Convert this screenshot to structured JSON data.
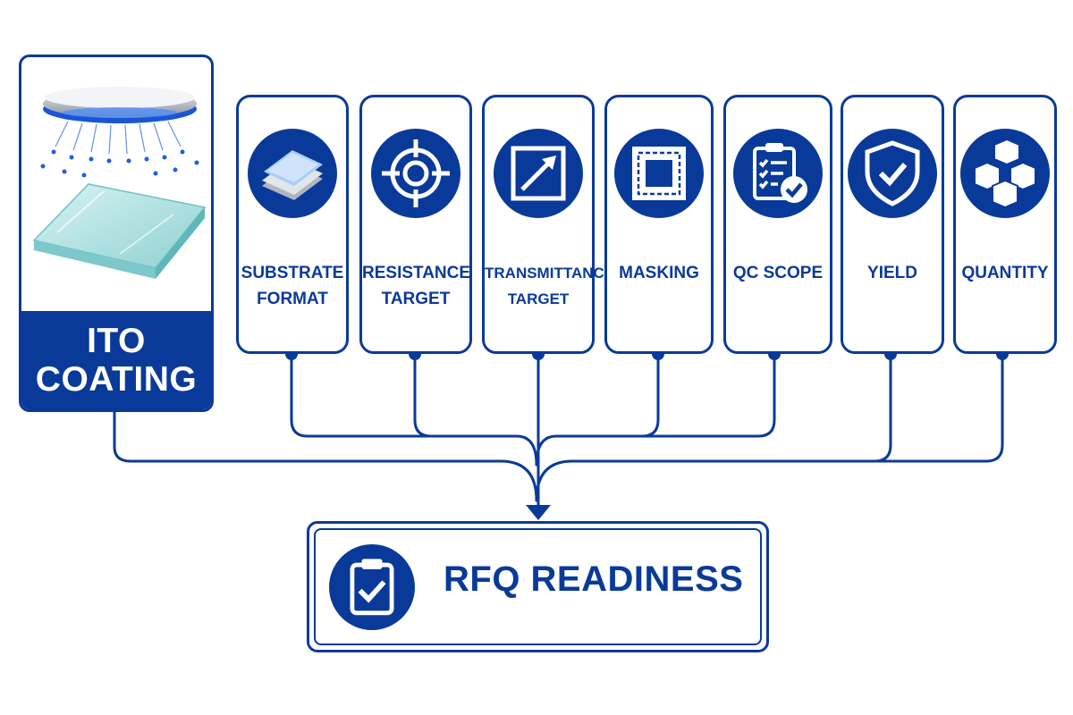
{
  "colors": {
    "primary": "#0a3a99",
    "background": "#ffffff"
  },
  "source": {
    "lines": [
      "ITO",
      "COATING"
    ],
    "icon": "sputter-coating-icon"
  },
  "parameters": [
    {
      "lines": [
        "SUBSTRATE",
        "FORMAT"
      ],
      "icon": "substrate-layers-icon"
    },
    {
      "lines": [
        "RESISTANCE",
        "TARGET"
      ],
      "icon": "crosshair-target-icon"
    },
    {
      "lines": [
        "TRANSMITTANCE",
        "TARGET"
      ],
      "icon": "transmittance-arrow-icon"
    },
    {
      "lines": [
        "MASKING"
      ],
      "icon": "masking-square-icon"
    },
    {
      "lines": [
        "QC SCOPE"
      ],
      "icon": "checklist-clipboard-icon"
    },
    {
      "lines": [
        "YIELD"
      ],
      "icon": "shield-check-icon"
    },
    {
      "lines": [
        "QUANTITY"
      ],
      "icon": "stacked-boxes-icon"
    }
  ],
  "result": {
    "label": "RFQ READINESS",
    "icon": "clipboard-check-icon"
  }
}
